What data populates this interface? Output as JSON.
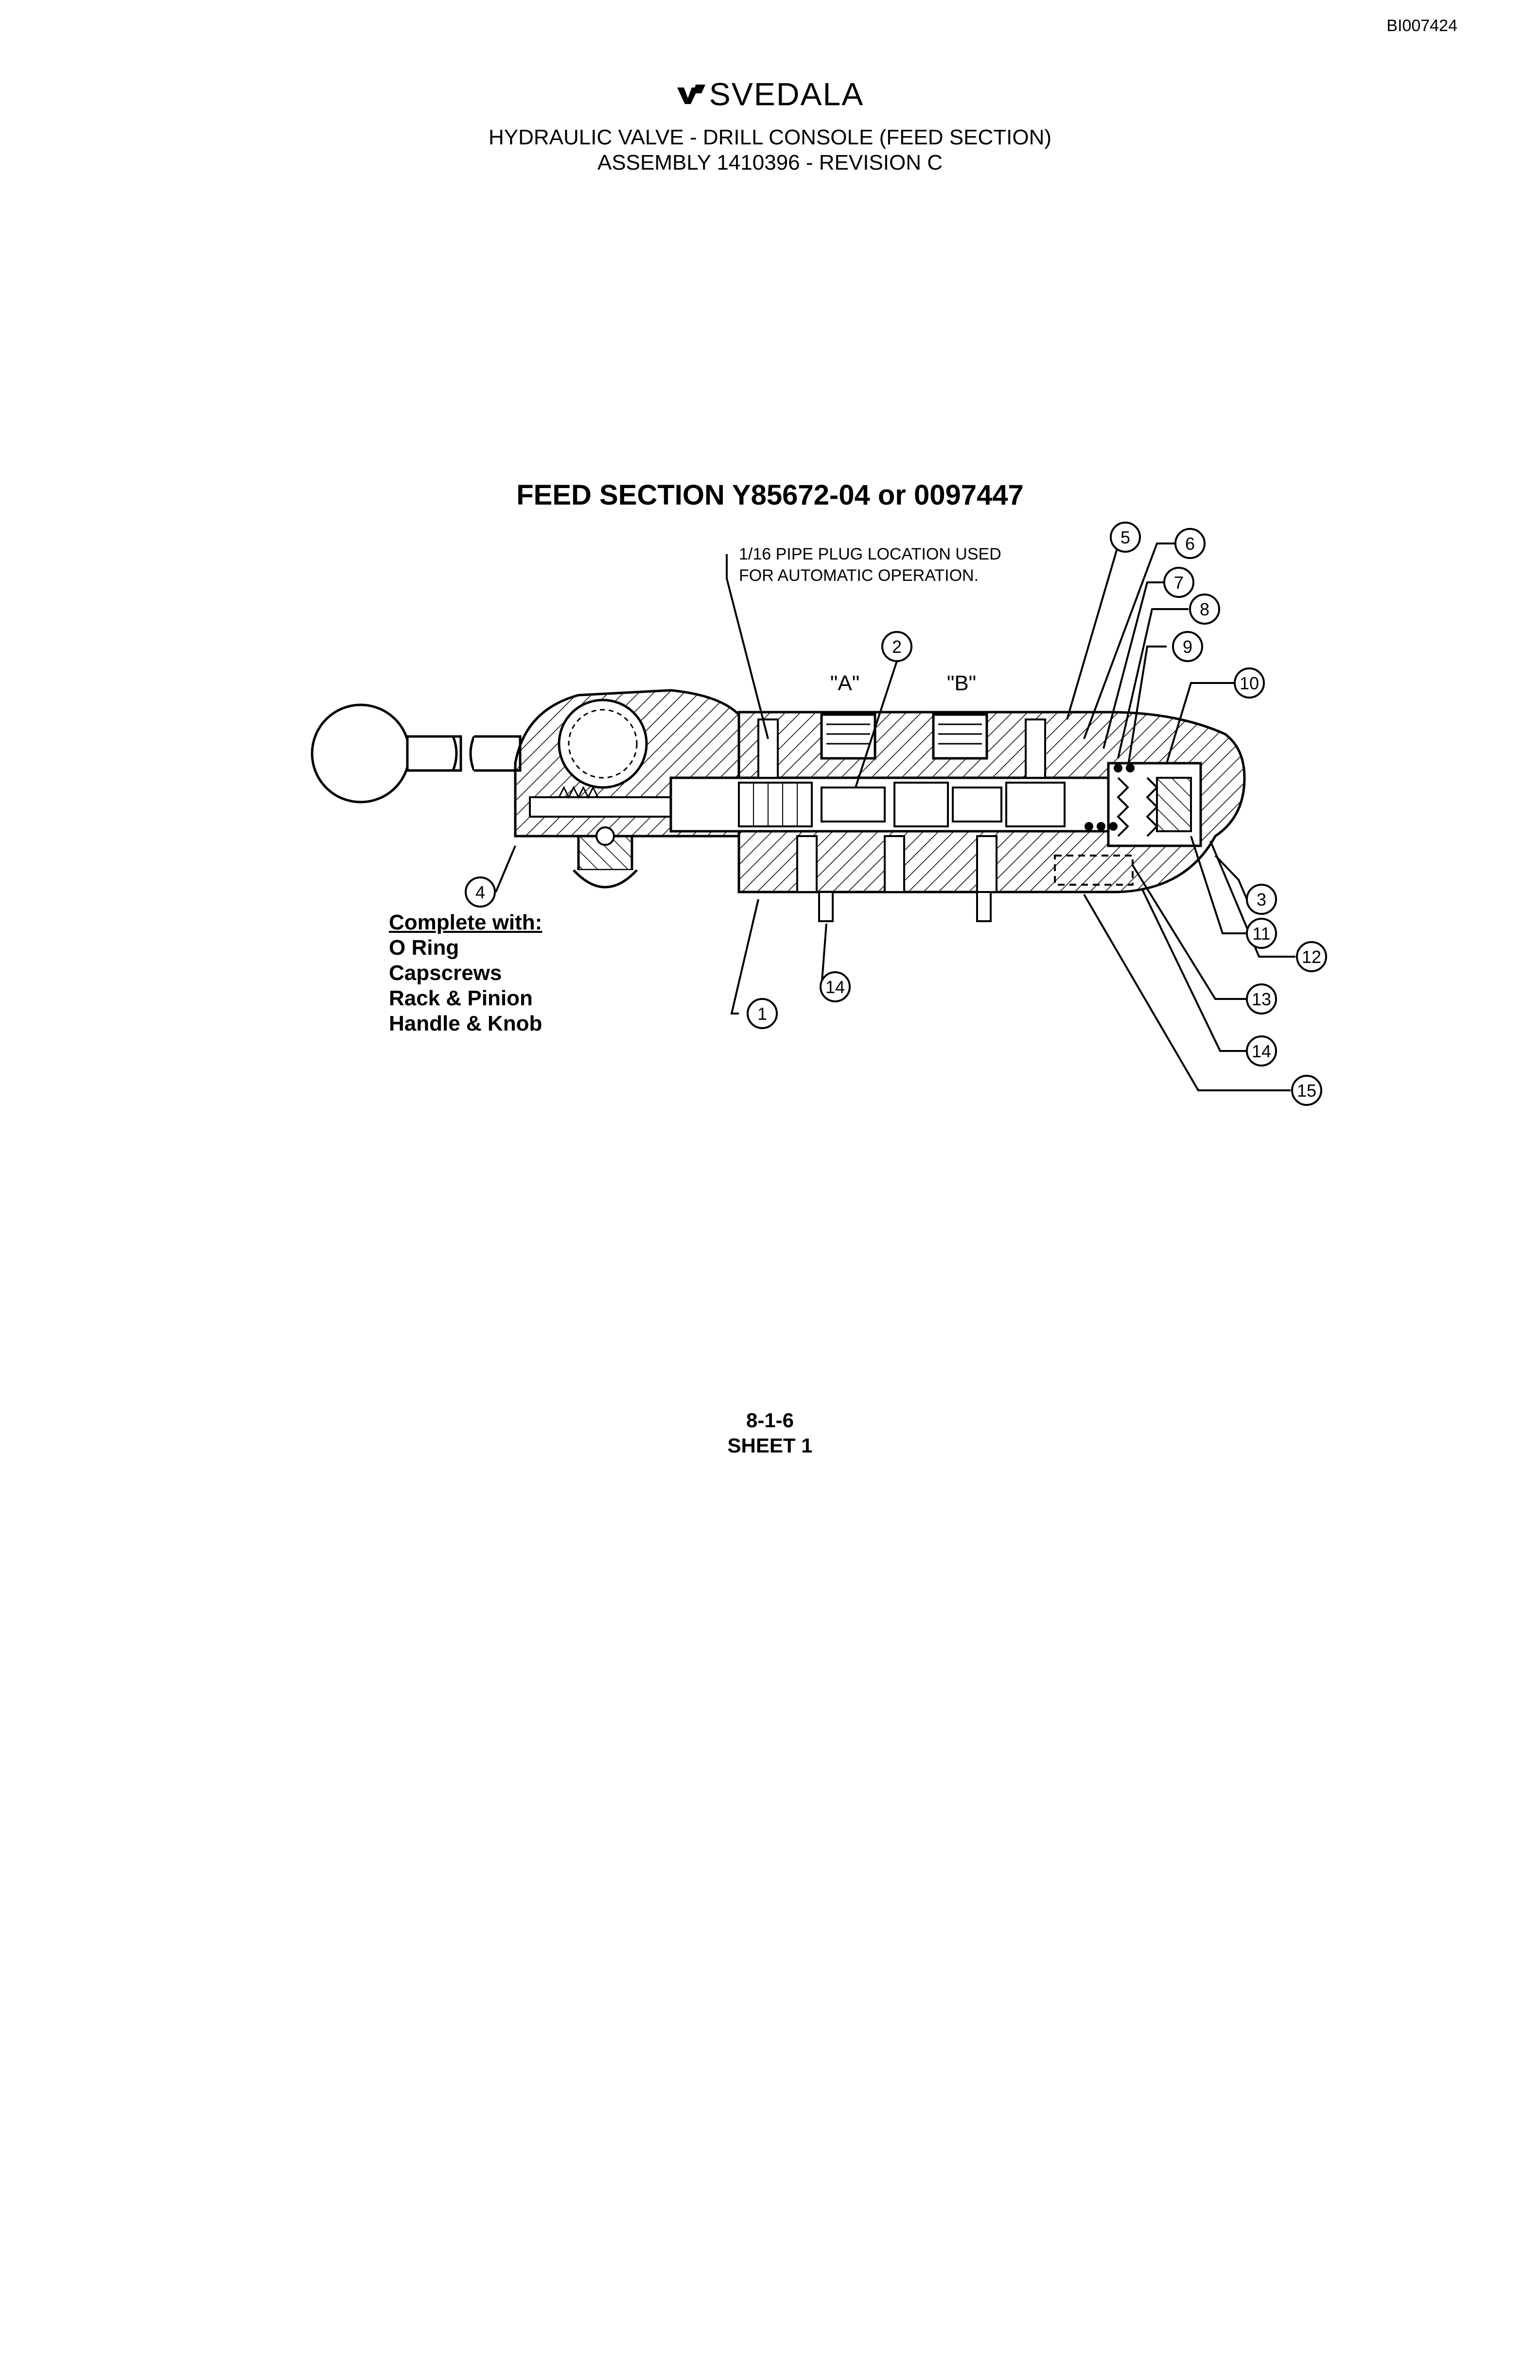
{
  "document_id": "BI007424",
  "brand": {
    "name": "SVEDALA",
    "logo_icon": "svedala-logo-icon"
  },
  "header": {
    "line1": "HYDRAULIC VALVE - DRILL CONSOLE (FEED SECTION)",
    "line2": "ASSEMBLY 1410396 - REVISION C"
  },
  "section_title": "FEED SECTION  Y85672-04 or 0097447",
  "callout_note": {
    "line1": "1/16 PIPE PLUG LOCATION USED",
    "line2": "FOR AUTOMATIC OPERATION."
  },
  "ports": {
    "a": "\"A\"",
    "b": "\"B\""
  },
  "complete_with": {
    "heading": "Complete with:",
    "items": [
      "O Ring",
      "Capscrews",
      "Rack & Pinion",
      "Handle & Knob"
    ]
  },
  "balloons": [
    "1",
    "2",
    "3",
    "4",
    "5",
    "6",
    "7",
    "8",
    "9",
    "10",
    "11",
    "12",
    "13",
    "14",
    "14",
    "15"
  ],
  "footer": {
    "page": "8-1-6",
    "sheet": "SHEET 1"
  }
}
